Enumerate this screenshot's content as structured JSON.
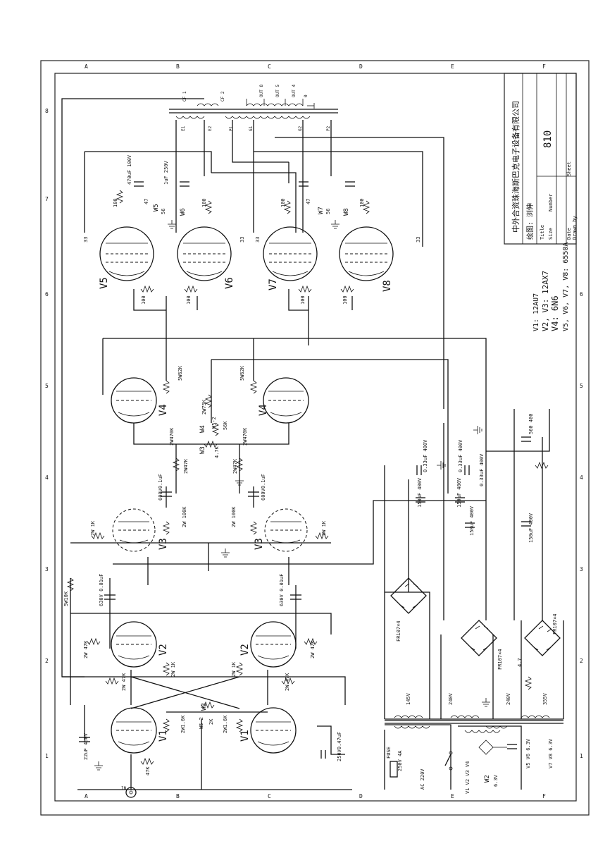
{
  "title_block": {
    "company": "中外合资珠海斯巴克电子设备有限公司",
    "drawing": "绘图: 浏伸",
    "model": "810",
    "labels": [
      "Title",
      "Size",
      "Number",
      "Date",
      "Sheet",
      "Drawn by"
    ]
  },
  "tube_list": [
    "V1: 12AU7",
    "V2, V3: 12AX7",
    "V4: 6N6",
    "V5, V6, V7, V8: 6550A"
  ],
  "grid_letters": [
    "A",
    "B",
    "C",
    "D",
    "E",
    "F"
  ],
  "grid_numbers": [
    "1",
    "2",
    "3",
    "4",
    "5",
    "6",
    "7",
    "8"
  ],
  "output_terminals": [
    "OUT 8",
    "OUT 5",
    "OUT 4",
    "0"
  ],
  "transformer_labels": [
    "CF 1",
    "CF 2",
    "E1",
    "E2",
    "P1",
    "G1",
    "G2",
    "P2"
  ],
  "tubes": [
    {
      "id": "v5",
      "label": "V5"
    },
    {
      "id": "v6",
      "label": "V6"
    },
    {
      "id": "v7",
      "label": "V7"
    },
    {
      "id": "v8",
      "label": "V8"
    },
    {
      "id": "v4a",
      "label": "V4"
    },
    {
      "id": "v4b",
      "label": "V4"
    },
    {
      "id": "v3a",
      "label": "V3"
    },
    {
      "id": "v3b",
      "label": "V3"
    },
    {
      "id": "v2a",
      "label": "V2"
    },
    {
      "id": "v2b",
      "label": "V2"
    },
    {
      "id": "v1a",
      "label": "V1"
    },
    {
      "id": "v1b",
      "label": "V1"
    }
  ],
  "components": {
    "c_470uf": "470uF 100V",
    "c_1uf": "1uF 250V",
    "r_100": "100",
    "r_47": "47",
    "r_56": "56",
    "r_33": "33",
    "w5": "W5",
    "w6": "W6",
    "w7": "W7",
    "w8": "W8",
    "r_5w62k": "5W62K",
    "r_2w75k": "2W75K",
    "w4": "W4",
    "w5_2": "W5-2",
    "r_56k": "56K",
    "r_2w470k": "2W470K",
    "w3": "W3",
    "r_4_7k": "4.7K",
    "r_2w47k": "2W47K",
    "c_600v": "600V0.1uF",
    "r_2w100k": "2W 100K",
    "r_2w1k": "2W 1K",
    "r_5w10k": "5W10K",
    "c_630v": "630V 0.01uF",
    "r_2w47k_b": "2W 47K",
    "r_2w1_6k": "2W1.6K",
    "w2": "W2",
    "r_2k": "2K",
    "c_22uf": "22uF 450V",
    "r_47k": "47K",
    "c_250v": "250V0.47uF",
    "c_033": "0.33uF 400V",
    "c_150": "150uF 400V",
    "c_560": "560 400",
    "bridge": "FR107×4",
    "r_4_7": "4.7",
    "sec_145": "145V",
    "sec_240a": "240V",
    "sec_240b": "240V",
    "sec_355": "355V",
    "fuse": "FUSE",
    "fuse_rating": "250V 4A",
    "ac": "AC 220V",
    "heater_a": "V5 V6 6.3V",
    "heater_b": "V7 V8 6.3V",
    "heater_c": "V1 V2 V3 V4",
    "heater_d": "6.3V",
    "in": "IN"
  }
}
